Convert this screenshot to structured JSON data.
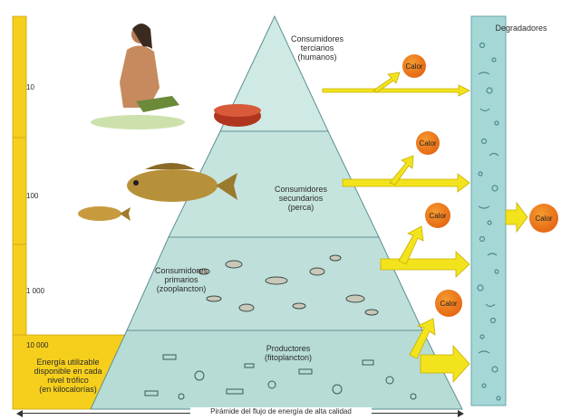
{
  "pyramid": {
    "levels": [
      {
        "name": "Consumidores terciarios (humanos)",
        "lines": [
          "Consumidores",
          "terciarios",
          "(humanos)"
        ],
        "energy": "10"
      },
      {
        "name": "Consumidores secundarios (perca)",
        "lines": [
          "Consumidores",
          "secundarios",
          "(perca)"
        ],
        "energy": "100"
      },
      {
        "name": "Consumidores primarios (zooplancton)",
        "lines": [
          "Consumidores",
          "primarios",
          "(zooplancton)"
        ],
        "energy": "1 000"
      },
      {
        "name": "Productores (fitoplancton)",
        "lines": [
          "Productores",
          "(fitoplancton)"
        ],
        "energy": "10 000"
      }
    ],
    "caption": "Pirámide del flujo de energía de alta calidad"
  },
  "energy_scale": {
    "note_lines": [
      "Energía utilizable",
      "disponible en cada",
      "nivel trófico",
      "(en kilocalorías)"
    ]
  },
  "degraders": {
    "label": "Degradadores"
  },
  "heat": {
    "label": "Calor"
  },
  "colors": {
    "energy_bar": "#f6cf1c",
    "pyramid_fill": "#c4e3dc",
    "pyramid_edge": "#5d8f94",
    "arrow": "#f3e31c",
    "heat_circle": "#e8671a",
    "degraders_column": "#a5d7d7"
  }
}
